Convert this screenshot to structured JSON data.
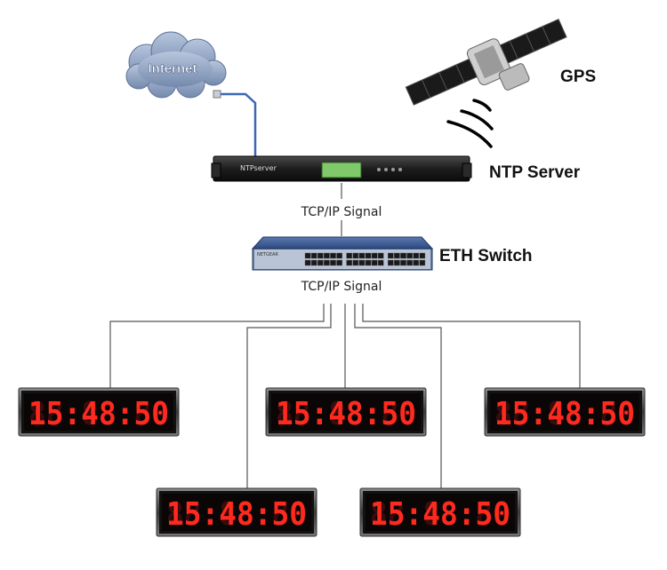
{
  "internet": {
    "label": "Internet"
  },
  "gps": {
    "label": "GPS"
  },
  "ntp_server": {
    "label": "NTP Server",
    "front_text": "NTPserver"
  },
  "eth_switch": {
    "label": "ETH Switch",
    "brand_text": "NETGEAR"
  },
  "signals": {
    "upper": "TCP/IP Signal",
    "lower": "TCP/IP Signal"
  },
  "clocks": [
    {
      "time": "15:48:50"
    },
    {
      "time": "15:48:50"
    },
    {
      "time": "15:48:50"
    },
    {
      "time": "15:48:50"
    },
    {
      "time": "15:48:50"
    }
  ],
  "colors": {
    "clock_digit": "#ff2a1f",
    "cloud": "#7f95b8",
    "switch_body": "#2d4f88",
    "cable": "#3b66b5"
  }
}
